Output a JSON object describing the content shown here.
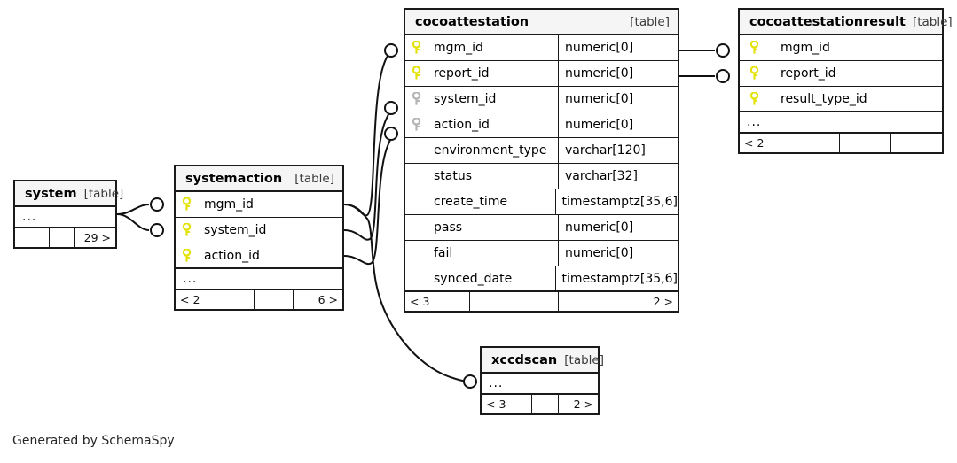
{
  "diagram": {
    "type": "entity-relationship-diagram",
    "generator_credit": "Generated by SchemaSpy",
    "table_tag": "[table]",
    "ellipsis": "...",
    "key_icon_pk": "key-icon-primary",
    "key_icon_fk": "key-icon-foreign",
    "colors": {
      "pk_key": "#e8e80a",
      "fk_key": "#b3b3b3",
      "header_bg": "#f5f5f5",
      "border": "#1a1a1a",
      "background": "#ffffff",
      "text": "#000000"
    }
  },
  "tables": {
    "system": {
      "name": "system",
      "tag": "[table]",
      "columns": [],
      "has_ellipsis": true,
      "ellipsis": "...",
      "footer": [
        "",
        "",
        "29 >"
      ]
    },
    "systemaction": {
      "name": "systemaction",
      "tag": "[table]",
      "columns": [
        {
          "key": "pk",
          "name": "mgm_id",
          "type": ""
        },
        {
          "key": "pk",
          "name": "system_id",
          "type": ""
        },
        {
          "key": "pk",
          "name": "action_id",
          "type": ""
        }
      ],
      "has_ellipsis": true,
      "ellipsis": "...",
      "footer": [
        "< 2",
        "",
        "6 >"
      ]
    },
    "cocoattestation": {
      "name": "cocoattestation",
      "tag": "[table]",
      "columns": [
        {
          "key": "pk",
          "name": "mgm_id",
          "type": "numeric[0]"
        },
        {
          "key": "pk",
          "name": "report_id",
          "type": "numeric[0]"
        },
        {
          "key": "fk",
          "name": "system_id",
          "type": "numeric[0]"
        },
        {
          "key": "fk",
          "name": "action_id",
          "type": "numeric[0]"
        },
        {
          "key": "none",
          "name": "environment_type",
          "type": "varchar[120]"
        },
        {
          "key": "none",
          "name": "status",
          "type": "varchar[32]"
        },
        {
          "key": "none",
          "name": "create_time",
          "type": "timestamptz[35,6]"
        },
        {
          "key": "none",
          "name": "pass",
          "type": "numeric[0]"
        },
        {
          "key": "none",
          "name": "fail",
          "type": "numeric[0]"
        },
        {
          "key": "none",
          "name": "synced_date",
          "type": "timestamptz[35,6]"
        }
      ],
      "has_ellipsis": false,
      "footer": [
        "< 3",
        "",
        "2 >"
      ]
    },
    "cocoattestationresult": {
      "name": "cocoattestationresult",
      "tag": "[table]",
      "columns": [
        {
          "key": "pk",
          "name": "mgm_id",
          "type": ""
        },
        {
          "key": "pk",
          "name": "report_id",
          "type": ""
        },
        {
          "key": "pk",
          "name": "result_type_id",
          "type": ""
        }
      ],
      "has_ellipsis": true,
      "ellipsis": "...",
      "footer": [
        "< 2",
        "",
        ""
      ]
    },
    "xccdscan": {
      "name": "xccdscan",
      "tag": "[table]",
      "columns": [],
      "has_ellipsis": true,
      "ellipsis": "...",
      "footer": [
        "< 3",
        "",
        "2 >"
      ]
    }
  },
  "relationships": [
    {
      "from": "system",
      "to": "systemaction",
      "from_column": "mgm_id",
      "to_column": "mgm_id"
    },
    {
      "from": "system",
      "to": "systemaction",
      "from_column": "system_id",
      "to_column": "system_id"
    },
    {
      "from": "systemaction",
      "to": "cocoattestation",
      "from_column": "mgm_id",
      "to_column": "mgm_id"
    },
    {
      "from": "systemaction",
      "to": "cocoattestation",
      "from_column": "system_id",
      "to_column": "system_id"
    },
    {
      "from": "systemaction",
      "to": "cocoattestation",
      "from_column": "action_id",
      "to_column": "action_id"
    },
    {
      "from": "systemaction",
      "to": "xccdscan",
      "from_column": "",
      "to_column": ""
    },
    {
      "from": "cocoattestation",
      "to": "cocoattestationresult",
      "from_column": "mgm_id",
      "to_column": "mgm_id"
    },
    {
      "from": "cocoattestation",
      "to": "cocoattestationresult",
      "from_column": "report_id",
      "to_column": "report_id"
    }
  ]
}
